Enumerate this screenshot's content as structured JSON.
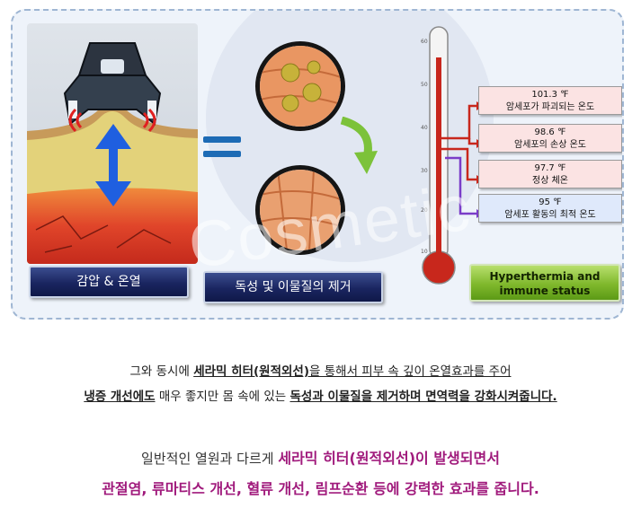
{
  "diagram": {
    "label_pressure_heat": "감압 & 온열",
    "label_detox": "독성 및 이물질의 제거",
    "label_hyperthermia": "Hyperthermia and immune status",
    "watermark": "Cosmetic",
    "temperatures": [
      {
        "value": "101.3 ℉",
        "desc": "암세포가 파괴되는 온도"
      },
      {
        "value": "98.6 ℉",
        "desc": "암세포의 손상 온도"
      },
      {
        "value": "97.7 ℉",
        "desc": "정상 체온"
      },
      {
        "value": "95 ℉",
        "desc": "암세포 활동의 최적 온도"
      }
    ],
    "thermometer_ticks": [
      "60",
      "50",
      "40",
      "30",
      "20",
      "10"
    ],
    "colors": {
      "red_box": "#fbe3e3",
      "blue_box": "#dfe9fb",
      "navy": "#1a2560",
      "green": "#7fb82c",
      "magenta": "#a01a7c"
    }
  },
  "para1": {
    "l1_a": "그와 동시에 ",
    "l1_b": "세라믹 히터(원적외선)",
    "l1_c": "을 통해서 피부 속 깊이 온열효과를 주어",
    "l2_a": "냉증 개선에도",
    "l2_b": " 매우 좋지만 몸 속에 있는 ",
    "l2_c": "독성과 이물질을 제거하며 면역력을 강화시켜줍니다."
  },
  "para2": {
    "l1_a": "일반적인 열원과 다르게 ",
    "l1_b": "세라믹 히터(원적외선)이 발생되면서",
    "l2": "관절염, 류마티스 개선, 혈류 개선, 림프순환 등에 강력한 효과를 줍니다."
  }
}
